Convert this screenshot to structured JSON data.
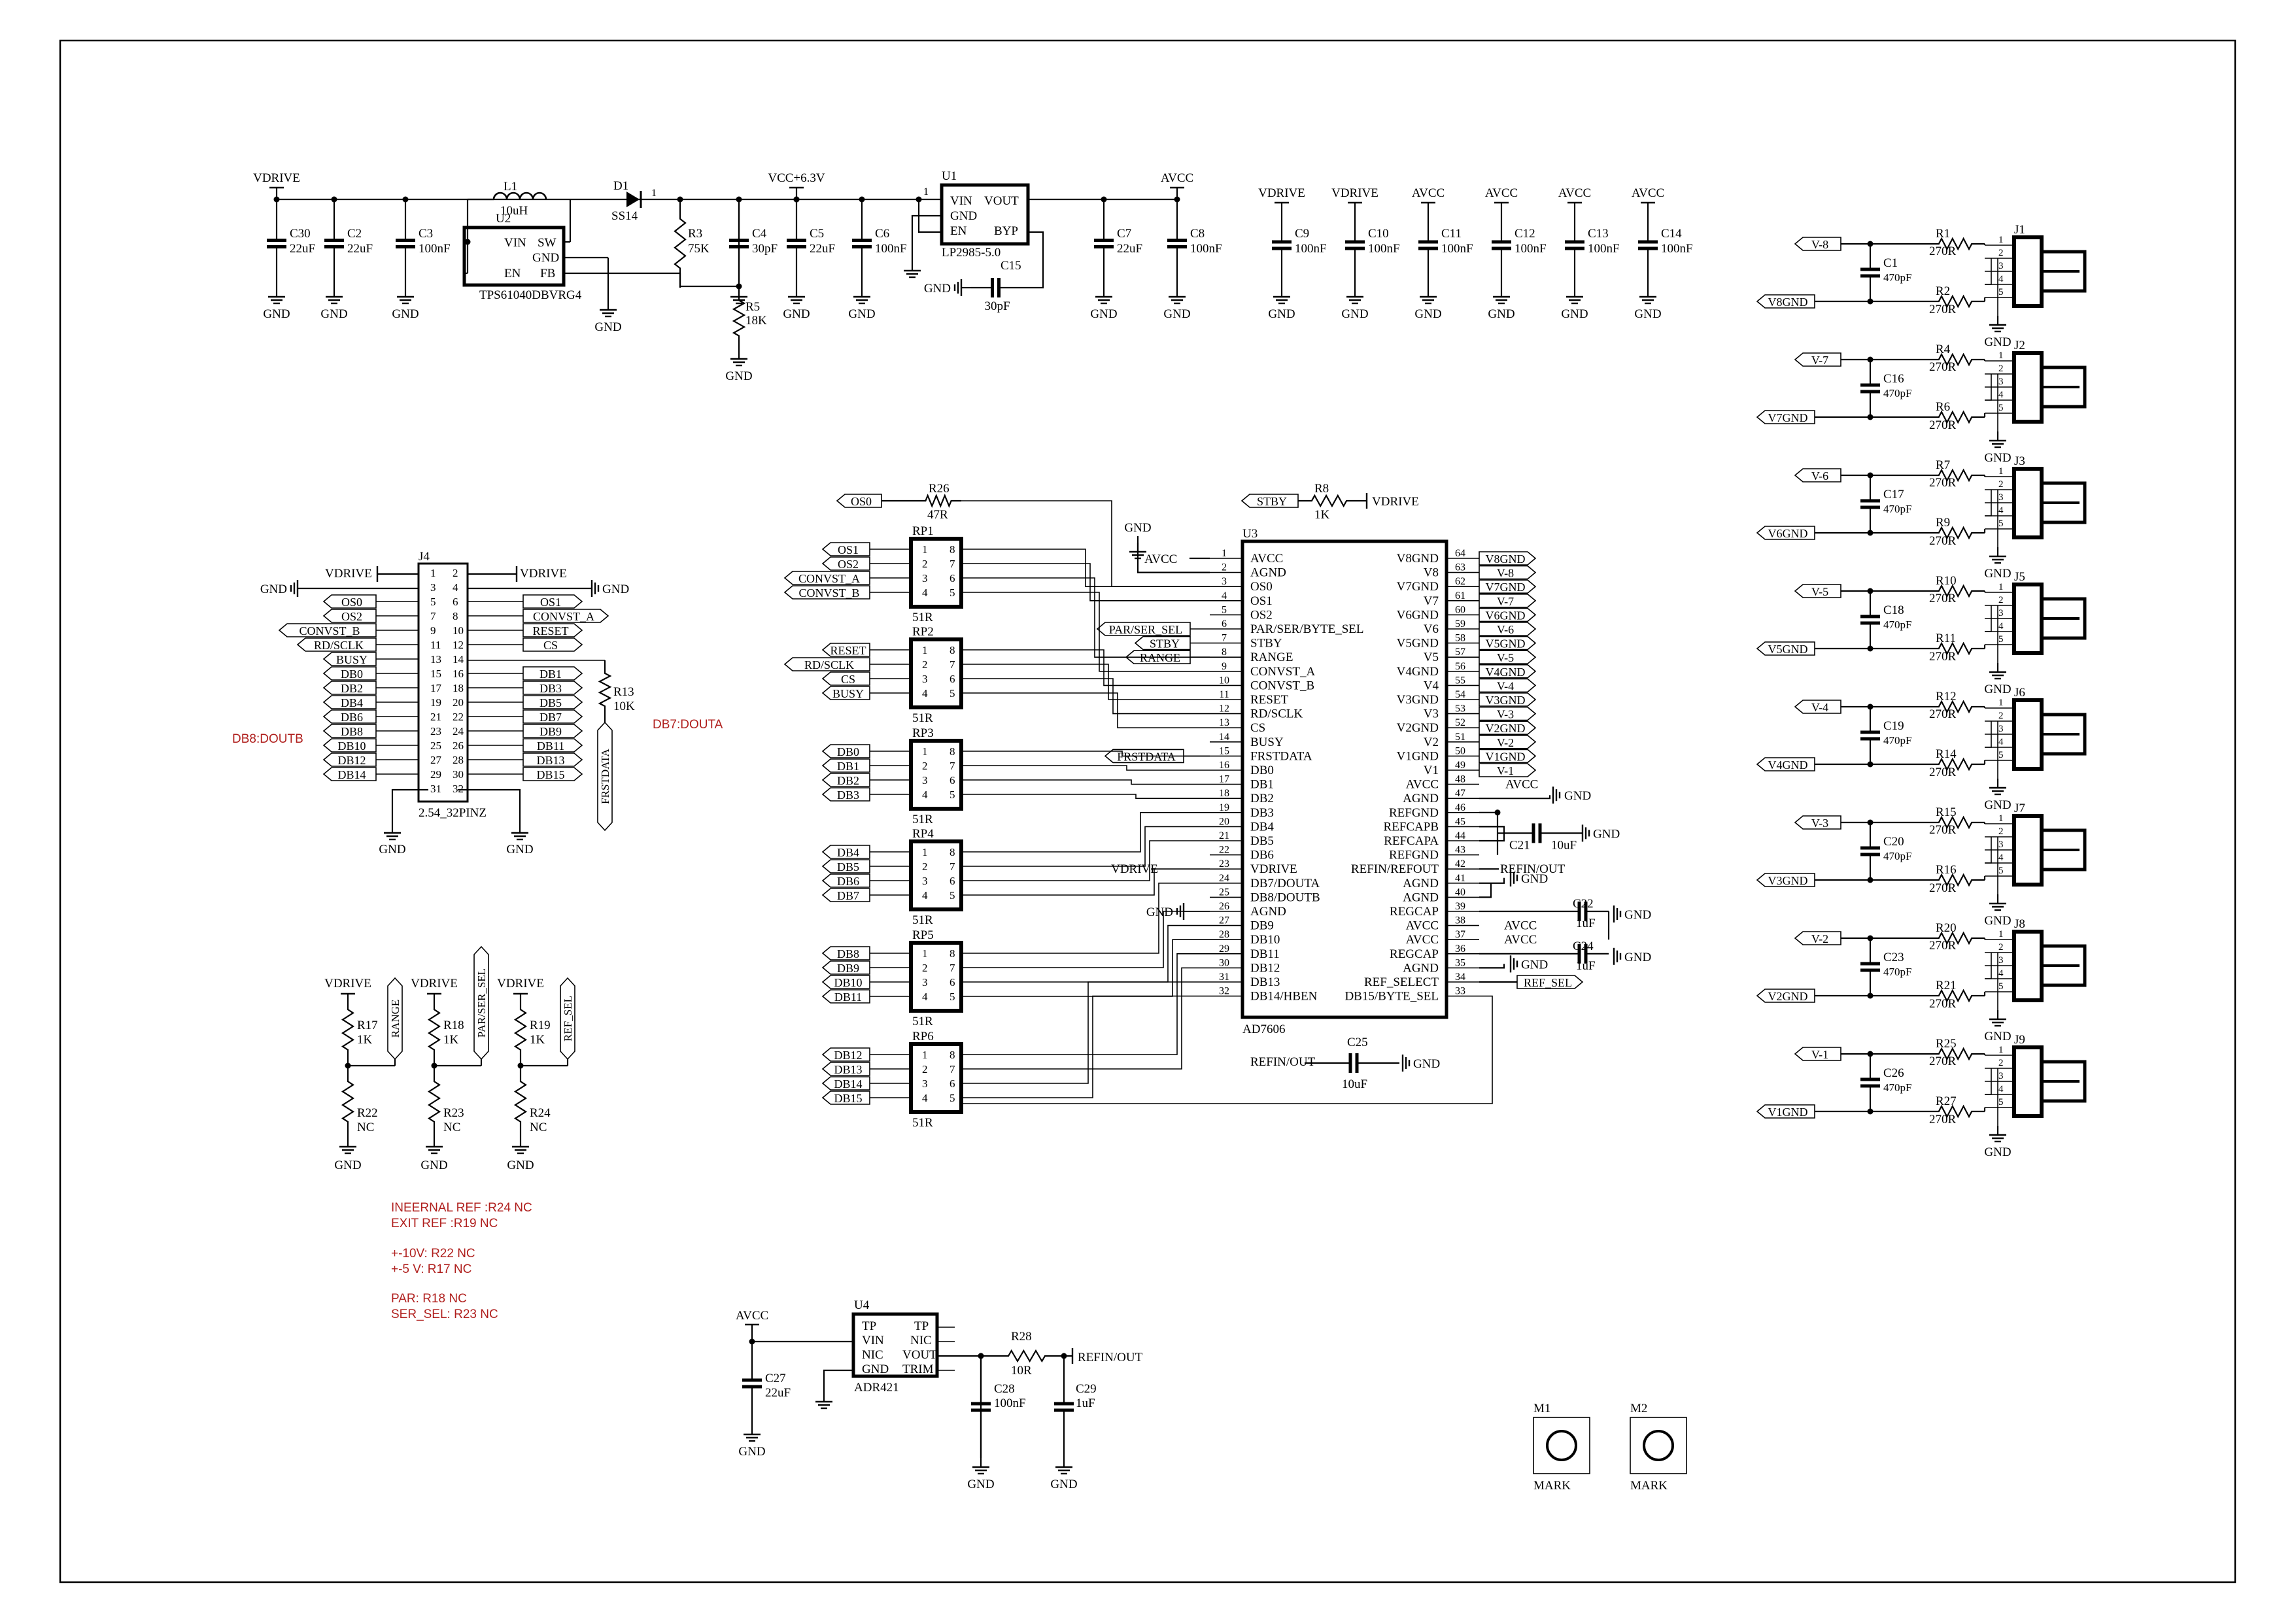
{
  "supply": {
    "vdrive_top": "VDRIVE",
    "l1_ref": "L1",
    "l1_val": "10uH",
    "d1_ref": "D1",
    "d1_val": "SS14",
    "d1_pin": "1",
    "vcc": "VCC+6.3V",
    "u1_ref": "U1",
    "u1_pin": "1",
    "u1_part": "LP2985-5.0",
    "u1_pins": [
      "VIN",
      "VOUT",
      "GND",
      "EN",
      "BYP"
    ],
    "u2_ref": "U2",
    "u2_part": "TPS61040DBVRG4",
    "u2_pins": [
      "VIN",
      "SW",
      "GND",
      "EN",
      "FB"
    ],
    "avcc": "AVCC",
    "caps": [
      {
        "ref": "C30",
        "val": "22uF"
      },
      {
        "ref": "C2",
        "val": "22uF"
      },
      {
        "ref": "C3",
        "val": "100nF"
      },
      {
        "ref": "C4",
        "val": "30pF"
      },
      {
        "ref": "C5",
        "val": "22uF"
      },
      {
        "ref": "C6",
        "val": "100nF"
      },
      {
        "ref": "C7",
        "val": "22uF"
      },
      {
        "ref": "C8",
        "val": "100nF"
      }
    ],
    "r3_ref": "R3",
    "r3_val": "75K",
    "r5_ref": "R5",
    "r5_val": "18K",
    "c15_ref": "C15",
    "c15_val": "30pF",
    "gnd": "GND"
  },
  "decoupling": [
    {
      "net": "VDRIVE",
      "ref": "C9",
      "val": "100nF"
    },
    {
      "net": "VDRIVE",
      "ref": "C10",
      "val": "100nF"
    },
    {
      "net": "AVCC",
      "ref": "C11",
      "val": "100nF"
    },
    {
      "net": "AVCC",
      "ref": "C12",
      "val": "100nF"
    },
    {
      "net": "AVCC",
      "ref": "C13",
      "val": "100nF"
    },
    {
      "net": "AVCC",
      "ref": "C14",
      "val": "100nF"
    }
  ],
  "inputs": [
    {
      "conn": "J1",
      "vin": "V-8",
      "vgnd": "V8GND",
      "ra": "R1",
      "rb": "R2",
      "cap": "C1",
      "cap_val": "470pF"
    },
    {
      "conn": "J2",
      "vin": "V-7",
      "vgnd": "V7GND",
      "ra": "R4",
      "rb": "R6",
      "cap": "C16",
      "cap_val": "470pF"
    },
    {
      "conn": "J3",
      "vin": "V-6",
      "vgnd": "V6GND",
      "ra": "R7",
      "rb": "R9",
      "cap": "C17",
      "cap_val": "470pF"
    },
    {
      "conn": "J5",
      "vin": "V-5",
      "vgnd": "V5GND",
      "ra": "R10",
      "rb": "R11",
      "cap": "C18",
      "cap_val": "470pF"
    },
    {
      "conn": "J6",
      "vin": "V-4",
      "vgnd": "V4GND",
      "ra": "R12",
      "rb": "R14",
      "cap": "C19",
      "cap_val": "470pF"
    },
    {
      "conn": "J7",
      "vin": "V-3",
      "vgnd": "V3GND",
      "ra": "R15",
      "rb": "R16",
      "cap": "C20",
      "cap_val": "470pF"
    },
    {
      "conn": "J8",
      "vin": "V-2",
      "vgnd": "V2GND",
      "ra": "R20",
      "rb": "R21",
      "cap": "C23",
      "cap_val": "470pF"
    },
    {
      "conn": "J9",
      "vin": "V-1",
      "vgnd": "V1GND",
      "ra": "R25",
      "rb": "R27",
      "cap": "C26",
      "cap_val": "470pF"
    }
  ],
  "input_r_val": "270R",
  "input_pins": [
    "1",
    "2",
    "3",
    "4",
    "5"
  ],
  "header": {
    "ref": "J4",
    "part": "2.54_32PINZ",
    "vdrive": "VDRIVE",
    "gnd": "GND",
    "left_nets": [
      "OS0",
      "OS2",
      "CONVST_B",
      "RD/SCLK",
      "BUSY",
      "DB0",
      "DB2",
      "DB4",
      "DB6",
      "DB8",
      "DB10",
      "DB12",
      "DB14"
    ],
    "right_nets": [
      "OS1",
      "CONVST_A",
      "RESET",
      "CS",
      "DB1",
      "DB3",
      "DB5",
      "DB7",
      "DB9",
      "DB11",
      "DB13",
      "DB15"
    ],
    "left_pins": [
      "1",
      "3",
      "5",
      "7",
      "9",
      "11",
      "13",
      "15",
      "17",
      "19",
      "21",
      "23",
      "25",
      "27",
      "29",
      "31"
    ],
    "right_pins": [
      "2",
      "4",
      "6",
      "8",
      "10",
      "12",
      "14",
      "16",
      "18",
      "20",
      "22",
      "24",
      "26",
      "28",
      "30",
      "32"
    ],
    "r13_ref": "R13",
    "r13_val": "10K",
    "frstdata": "FRSTDATA",
    "note_doutb": "DB8:DOUTB",
    "note_douta": "DB7:DOUTA"
  },
  "config": [
    {
      "vd": "VDRIVE",
      "rtop": "R17",
      "rtop_val": "1K",
      "net": "RANGE",
      "rbot": "R22",
      "rbot_val": "NC"
    },
    {
      "vd": "VDRIVE",
      "rtop": "R18",
      "rtop_val": "1K",
      "net": "PAR/SER_SEL",
      "rbot": "R23",
      "rbot_val": "NC"
    },
    {
      "vd": "VDRIVE",
      "rtop": "R19",
      "rtop_val": "1K",
      "net": "REF_SEL",
      "rbot": "R24",
      "rbot_val": "NC"
    }
  ],
  "notes": [
    "INEERNAL REF :R24 NC",
    "EXIT REF :R19 NC",
    "+-10V:  R22 NC",
    "+-5  V:  R17 NC",
    "PAR: R18 NC",
    "SER_SEL: R23 NC"
  ],
  "adc": {
    "ref": "U3",
    "part": "AD7606",
    "left_pins": [
      {
        "n": "1",
        "name": "AVCC"
      },
      {
        "n": "2",
        "name": "AGND"
      },
      {
        "n": "3",
        "name": "OS0"
      },
      {
        "n": "4",
        "name": "OS1"
      },
      {
        "n": "5",
        "name": "OS2"
      },
      {
        "n": "6",
        "name": "PAR/SER/BYTE_SEL"
      },
      {
        "n": "7",
        "name": "STBY"
      },
      {
        "n": "8",
        "name": "RANGE"
      },
      {
        "n": "9",
        "name": "CONVST_A"
      },
      {
        "n": "10",
        "name": "CONVST_B"
      },
      {
        "n": "11",
        "name": "RESET"
      },
      {
        "n": "12",
        "name": "RD/SCLK"
      },
      {
        "n": "13",
        "name": "CS"
      },
      {
        "n": "14",
        "name": "BUSY"
      },
      {
        "n": "15",
        "name": "FRSTDATA"
      },
      {
        "n": "16",
        "name": "DB0"
      },
      {
        "n": "17",
        "name": "DB1"
      },
      {
        "n": "18",
        "name": "DB2"
      },
      {
        "n": "19",
        "name": "DB3"
      },
      {
        "n": "20",
        "name": "DB4"
      },
      {
        "n": "21",
        "name": "DB5"
      },
      {
        "n": "22",
        "name": "DB6"
      },
      {
        "n": "23",
        "name": "VDRIVE"
      },
      {
        "n": "24",
        "name": "DB7/DOUTA"
      },
      {
        "n": "25",
        "name": "DB8/DOUTB"
      },
      {
        "n": "26",
        "name": "AGND"
      },
      {
        "n": "27",
        "name": "DB9"
      },
      {
        "n": "28",
        "name": "DB10"
      },
      {
        "n": "29",
        "name": "DB11"
      },
      {
        "n": "30",
        "name": "DB12"
      },
      {
        "n": "31",
        "name": "DB13"
      },
      {
        "n": "32",
        "name": "DB14/HBEN"
      }
    ],
    "right_pins": [
      {
        "n": "64",
        "name": "V8GND",
        "net": "V8GND"
      },
      {
        "n": "63",
        "name": "V8",
        "net": "V-8"
      },
      {
        "n": "62",
        "name": "V7GND",
        "net": "V7GND"
      },
      {
        "n": "61",
        "name": "V7",
        "net": "V-7"
      },
      {
        "n": "60",
        "name": "V6GND",
        "net": "V6GND"
      },
      {
        "n": "59",
        "name": "V6",
        "net": "V-6"
      },
      {
        "n": "58",
        "name": "V5GND",
        "net": "V5GND"
      },
      {
        "n": "57",
        "name": "V5",
        "net": "V-5"
      },
      {
        "n": "56",
        "name": "V4GND",
        "net": "V4GND"
      },
      {
        "n": "55",
        "name": "V4",
        "net": "V-4"
      },
      {
        "n": "54",
        "name": "V3GND",
        "net": "V3GND"
      },
      {
        "n": "53",
        "name": "V3",
        "net": "V-3"
      },
      {
        "n": "52",
        "name": "V2GND",
        "net": "V2GND"
      },
      {
        "n": "51",
        "name": "V2",
        "net": "V-2"
      },
      {
        "n": "50",
        "name": "V1GND",
        "net": "V1GND"
      },
      {
        "n": "49",
        "name": "V1",
        "net": "V-1"
      },
      {
        "n": "48",
        "name": "AVCC",
        "net": "AVCC"
      },
      {
        "n": "47",
        "name": "AGND",
        "net": "GND"
      },
      {
        "n": "46",
        "name": "REFGND",
        "net": ""
      },
      {
        "n": "45",
        "name": "REFCAPB",
        "net": ""
      },
      {
        "n": "44",
        "name": "REFCAPA",
        "net": ""
      },
      {
        "n": "43",
        "name": "REFGND",
        "net": ""
      },
      {
        "n": "42",
        "name": "REFIN/REFOUT",
        "net": "REFIN/OUT"
      },
      {
        "n": "41",
        "name": "AGND",
        "net": "GND"
      },
      {
        "n": "40",
        "name": "AGND",
        "net": ""
      },
      {
        "n": "39",
        "name": "REGCAP",
        "net": ""
      },
      {
        "n": "38",
        "name": "AVCC",
        "net": "AVCC"
      },
      {
        "n": "37",
        "name": "AVCC",
        "net": "AVCC"
      },
      {
        "n": "36",
        "name": "REGCAP",
        "net": ""
      },
      {
        "n": "35",
        "name": "AGND",
        "net": "GND"
      },
      {
        "n": "34",
        "name": "REF_SELECT",
        "net": "REF_SEL"
      },
      {
        "n": "33",
        "name": "DB15/BYTE_SEL",
        "net": ""
      }
    ],
    "net_avcc": "AVCC",
    "net_gnd": "GND",
    "net_stby": "STBY",
    "net_vdrive": "VDRIVE",
    "net_par": "PAR/SER_SEL",
    "net_range": "RANGE",
    "net_frst": "FRSTDATA",
    "os0": "OS0",
    "r26_ref": "R26",
    "r26_val": "47R",
    "r8_ref": "R8",
    "r8_val": "1K",
    "c21_ref": "C21",
    "c21_val": "10uF",
    "c22_ref": "C22",
    "c22_val": "1uF",
    "c24_ref": "C24",
    "c24_val": "1uF",
    "c25_ref": "C25",
    "c25_val": "10uF",
    "refin": "REFIN/OUT"
  },
  "rpacks": [
    {
      "ref": "RP1",
      "val": "51R",
      "nets": [
        "OS1",
        "OS2",
        "CONVST_A",
        "CONVST_B"
      ]
    },
    {
      "ref": "RP2",
      "val": "51R",
      "nets": [
        "RESET",
        "RD/SCLK",
        "CS",
        "BUSY"
      ]
    },
    {
      "ref": "RP3",
      "val": "51R",
      "nets": [
        "DB0",
        "DB1",
        "DB2",
        "DB3"
      ]
    },
    {
      "ref": "RP4",
      "val": "51R",
      "nets": [
        "DB4",
        "DB5",
        "DB6",
        "DB7"
      ]
    },
    {
      "ref": "RP5",
      "val": "51R",
      "nets": [
        "DB8",
        "DB9",
        "DB10",
        "DB11"
      ]
    },
    {
      "ref": "RP6",
      "val": "51R",
      "nets": [
        "DB12",
        "DB13",
        "DB14",
        "DB15"
      ]
    }
  ],
  "rpack_pins_left": [
    "1",
    "2",
    "3",
    "4"
  ],
  "rpack_pins_right": [
    "8",
    "7",
    "6",
    "5"
  ],
  "vref": {
    "avcc": "AVCC",
    "ref": "U4",
    "part": "ADR421",
    "pins": [
      "TP",
      "TP",
      "VIN",
      "NIC",
      "NIC",
      "VOUT",
      "GND",
      "TRIM"
    ],
    "c27_ref": "C27",
    "c27_val": "22uF",
    "r28_ref": "R28",
    "r28_val": "10R",
    "c28_ref": "C28",
    "c28_val": "100nF",
    "c29_ref": "C29",
    "c29_val": "1uF",
    "net": "REFIN/OUT",
    "gnd": "GND"
  },
  "marks": [
    {
      "ref": "M1",
      "val": "MARK"
    },
    {
      "ref": "M2",
      "val": "MARK"
    }
  ]
}
